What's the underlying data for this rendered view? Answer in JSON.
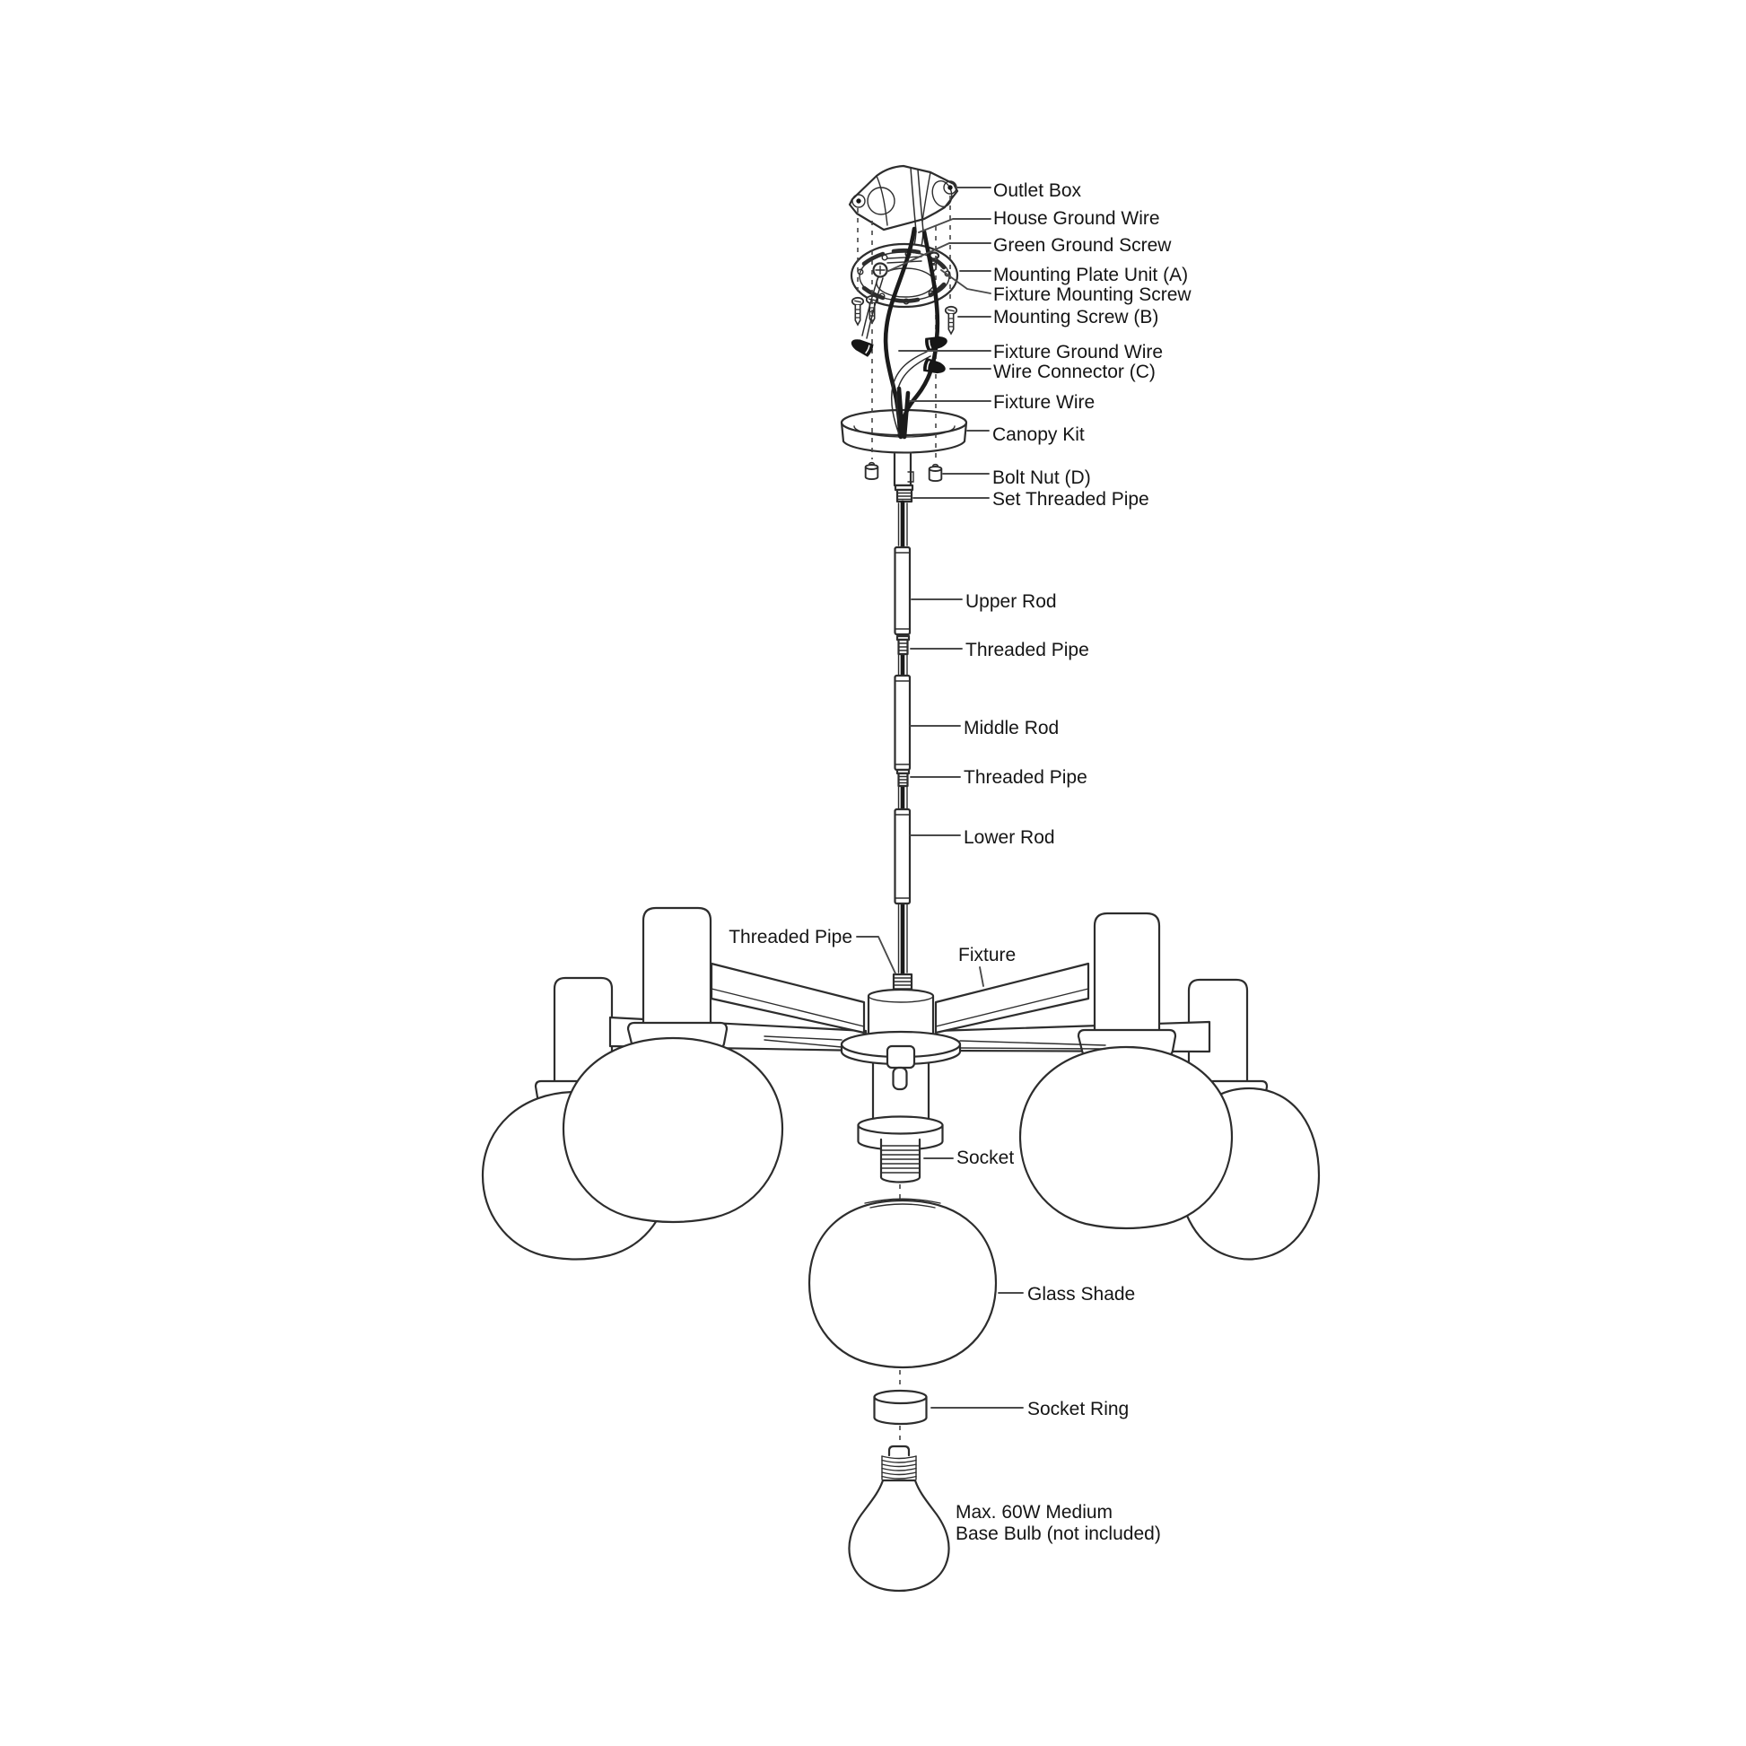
{
  "page": {
    "background": "#ffffff",
    "line_color": "#2d2d2d",
    "leader_color": "#4a4a4a",
    "label_color": "#151515"
  },
  "diagram": {
    "title": "Chandelier installation exploded-parts diagram",
    "labels": {
      "outlet_box": "Outlet Box",
      "house_ground_wire": "House Ground Wire",
      "green_ground_screw": "Green Ground Screw",
      "mounting_plate": "Mounting Plate Unit (A)",
      "fixture_mounting_screw": "Fixture Mounting Screw",
      "mounting_screw_b": "Mounting Screw (B)",
      "fixture_ground_wire": "Fixture Ground Wire",
      "wire_connector": "Wire Connector (C)",
      "fixture_wire": "Fixture Wire",
      "canopy_kit": "Canopy Kit",
      "bolt_nut": "Bolt Nut (D)",
      "set_threaded_pipe": "Set Threaded Pipe",
      "upper_rod": "Upper Rod",
      "threaded_pipe_1": "Threaded Pipe",
      "middle_rod": "Middle Rod",
      "threaded_pipe_2": "Threaded Pipe",
      "lower_rod": "Lower Rod",
      "threaded_pipe_3": "Threaded Pipe",
      "fixture": "Fixture",
      "socket": "Socket",
      "glass_shade": "Glass Shade",
      "socket_ring": "Socket Ring",
      "bulb_note_line1": "Max. 60W Medium",
      "bulb_note_line2": "Base Bulb (not included)"
    }
  }
}
